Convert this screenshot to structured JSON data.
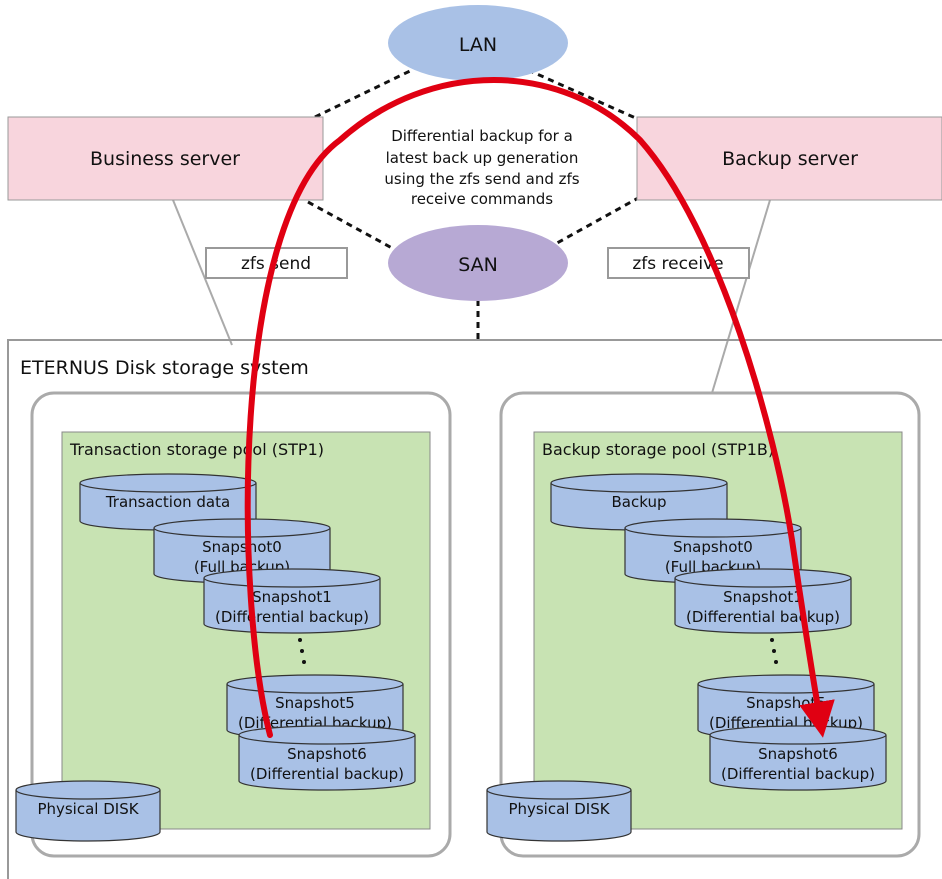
{
  "network": {
    "lan": "LAN",
    "san": "SAN"
  },
  "servers": {
    "business": "Business server",
    "backup": "Backup server"
  },
  "commands": {
    "send": "zfs send",
    "receive": "zfs receive"
  },
  "note": {
    "line1": "Differential backup for a",
    "line2": "latest back up generation",
    "line3": "using the zfs send and zfs",
    "line4": "receive commands"
  },
  "storage_system": {
    "title": "ETERNUS Disk storage system"
  },
  "pools": {
    "transaction": {
      "title": "Transaction storage pool (STP1)",
      "base": "Transaction data",
      "snapshots": [
        {
          "name": "Snapshot0",
          "type": "(Full backup)"
        },
        {
          "name": "Snapshot1",
          "type": "(Differential backup)"
        },
        {
          "name": "Snapshot5",
          "type": "(Differential backup)"
        },
        {
          "name": "Snapshot6",
          "type": "(Differential backup)"
        }
      ],
      "physical": "Physical DISK"
    },
    "backup": {
      "title": "Backup storage pool (STP1B)",
      "base": "Backup",
      "snapshots": [
        {
          "name": "Snapshot0",
          "type": "(Full backup)"
        },
        {
          "name": "Snapshot1",
          "type": "(Differential backup)"
        },
        {
          "name": "Snapshot5",
          "type": "(Differential backup)"
        },
        {
          "name": "Snapshot6",
          "type": "(Differential backup)"
        }
      ],
      "physical": "Physical DISK"
    }
  },
  "colors": {
    "cloud_lan": "#a9c1e6",
    "cloud_san": "#b7a9d4",
    "server_fill": "#f8d5dd",
    "pool_fill": "#c8e3b3",
    "cylinder_fill": "#a9c1e6",
    "arrow": "#e00012"
  }
}
